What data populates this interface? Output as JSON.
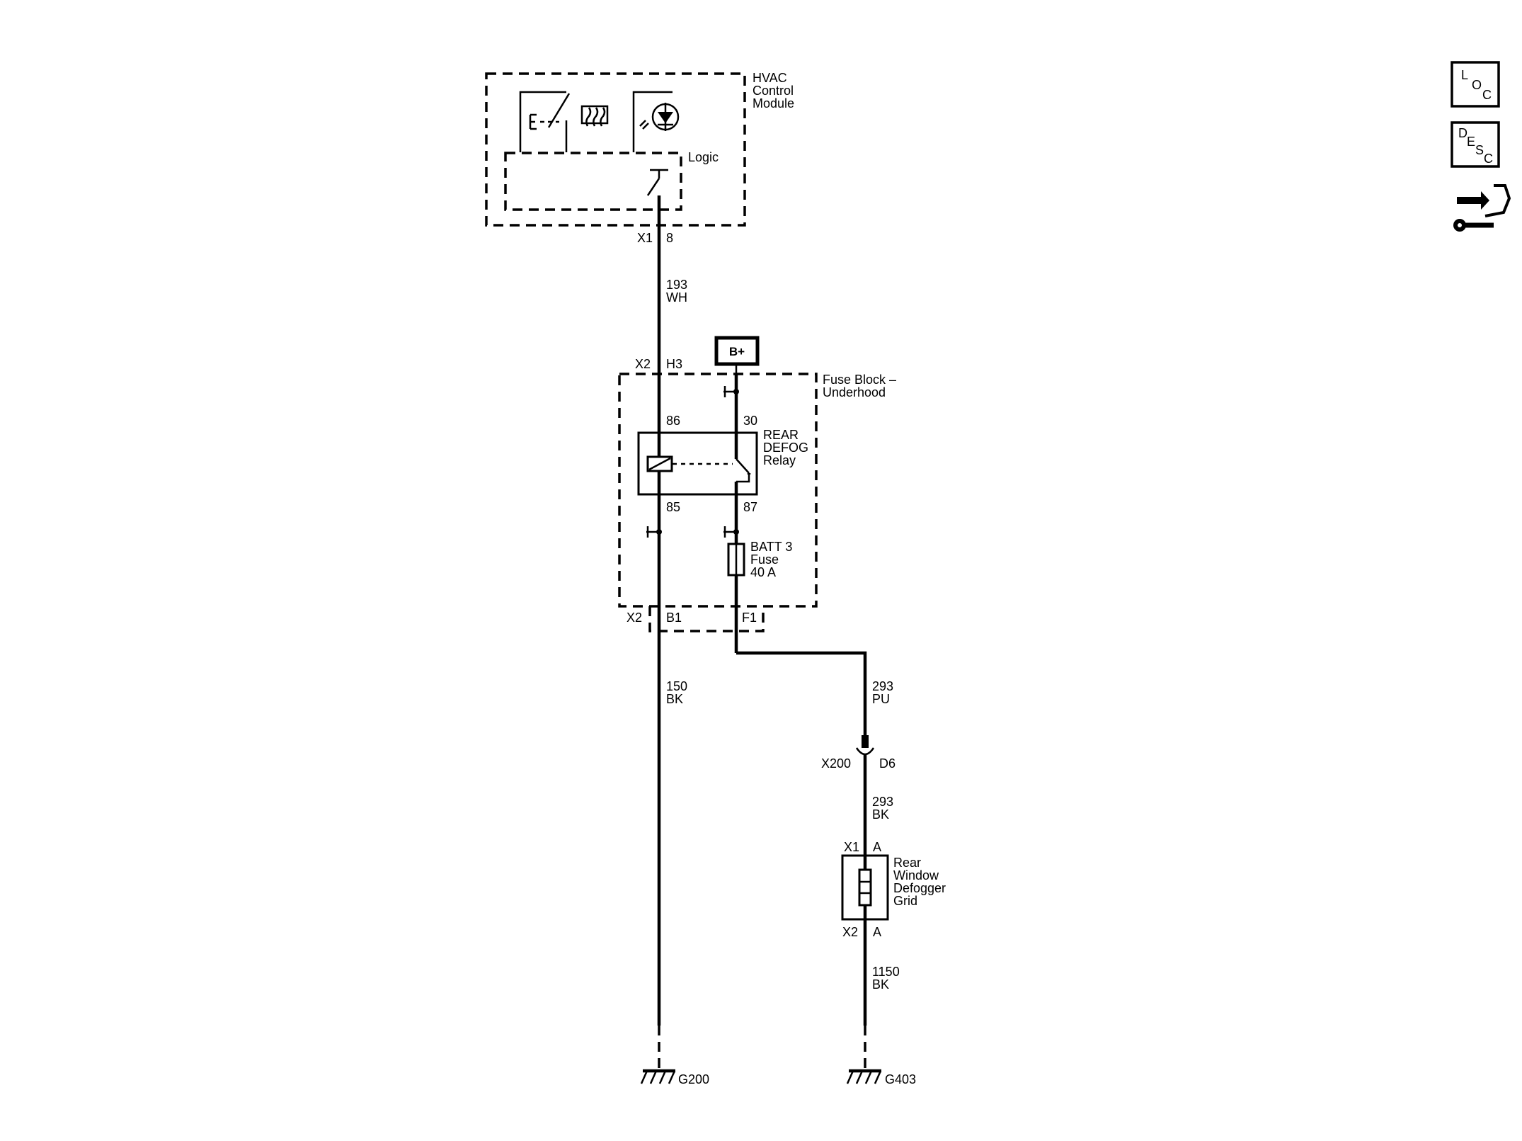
{
  "hvac": {
    "name_line1": "HVAC",
    "name_line2": "Control",
    "name_line3": "Module",
    "logic_label": "Logic",
    "connector": "X1",
    "pin": "8"
  },
  "wire_193": {
    "circuit": "193",
    "color": "WH"
  },
  "power": {
    "label": "B+"
  },
  "fuse_block": {
    "name_line1": "Fuse Block –",
    "name_line2": "Underhood",
    "connector_top": "X2",
    "pin_top": "H3",
    "connector_bottom": "X2",
    "pin_b1": "B1",
    "pin_f1": "F1"
  },
  "relay": {
    "name_line1": "REAR",
    "name_line2": "DEFOG",
    "name_line3": "Relay",
    "pin_86": "86",
    "pin_30": "30",
    "pin_85": "85",
    "pin_87": "87"
  },
  "fuse": {
    "line1": "BATT 3",
    "line2": "Fuse",
    "line3": "40 A"
  },
  "wire_150": {
    "circuit": "150",
    "color": "BK"
  },
  "wire_293_pu": {
    "circuit": "293",
    "color": "PU"
  },
  "inline_connector": {
    "connector": "X200",
    "pin": "D6"
  },
  "wire_293_bk": {
    "circuit": "293",
    "color": "BK"
  },
  "grid": {
    "name_line1": "Rear",
    "name_line2": "Window",
    "name_line3": "Defogger",
    "name_line4": "Grid",
    "top_connector": "X1",
    "top_pin": "A",
    "bottom_connector": "X2",
    "bottom_pin": "A"
  },
  "wire_1150": {
    "circuit": "1150",
    "color": "BK"
  },
  "grounds": {
    "left": "G200",
    "right": "G403"
  },
  "side_icons": {
    "loc": {
      "l": "L",
      "o": "O",
      "c": "C"
    },
    "desc": {
      "d": "D",
      "e": "E",
      "s": "S",
      "c": "C"
    },
    "diag_icon": "connector-wrench-icon"
  }
}
